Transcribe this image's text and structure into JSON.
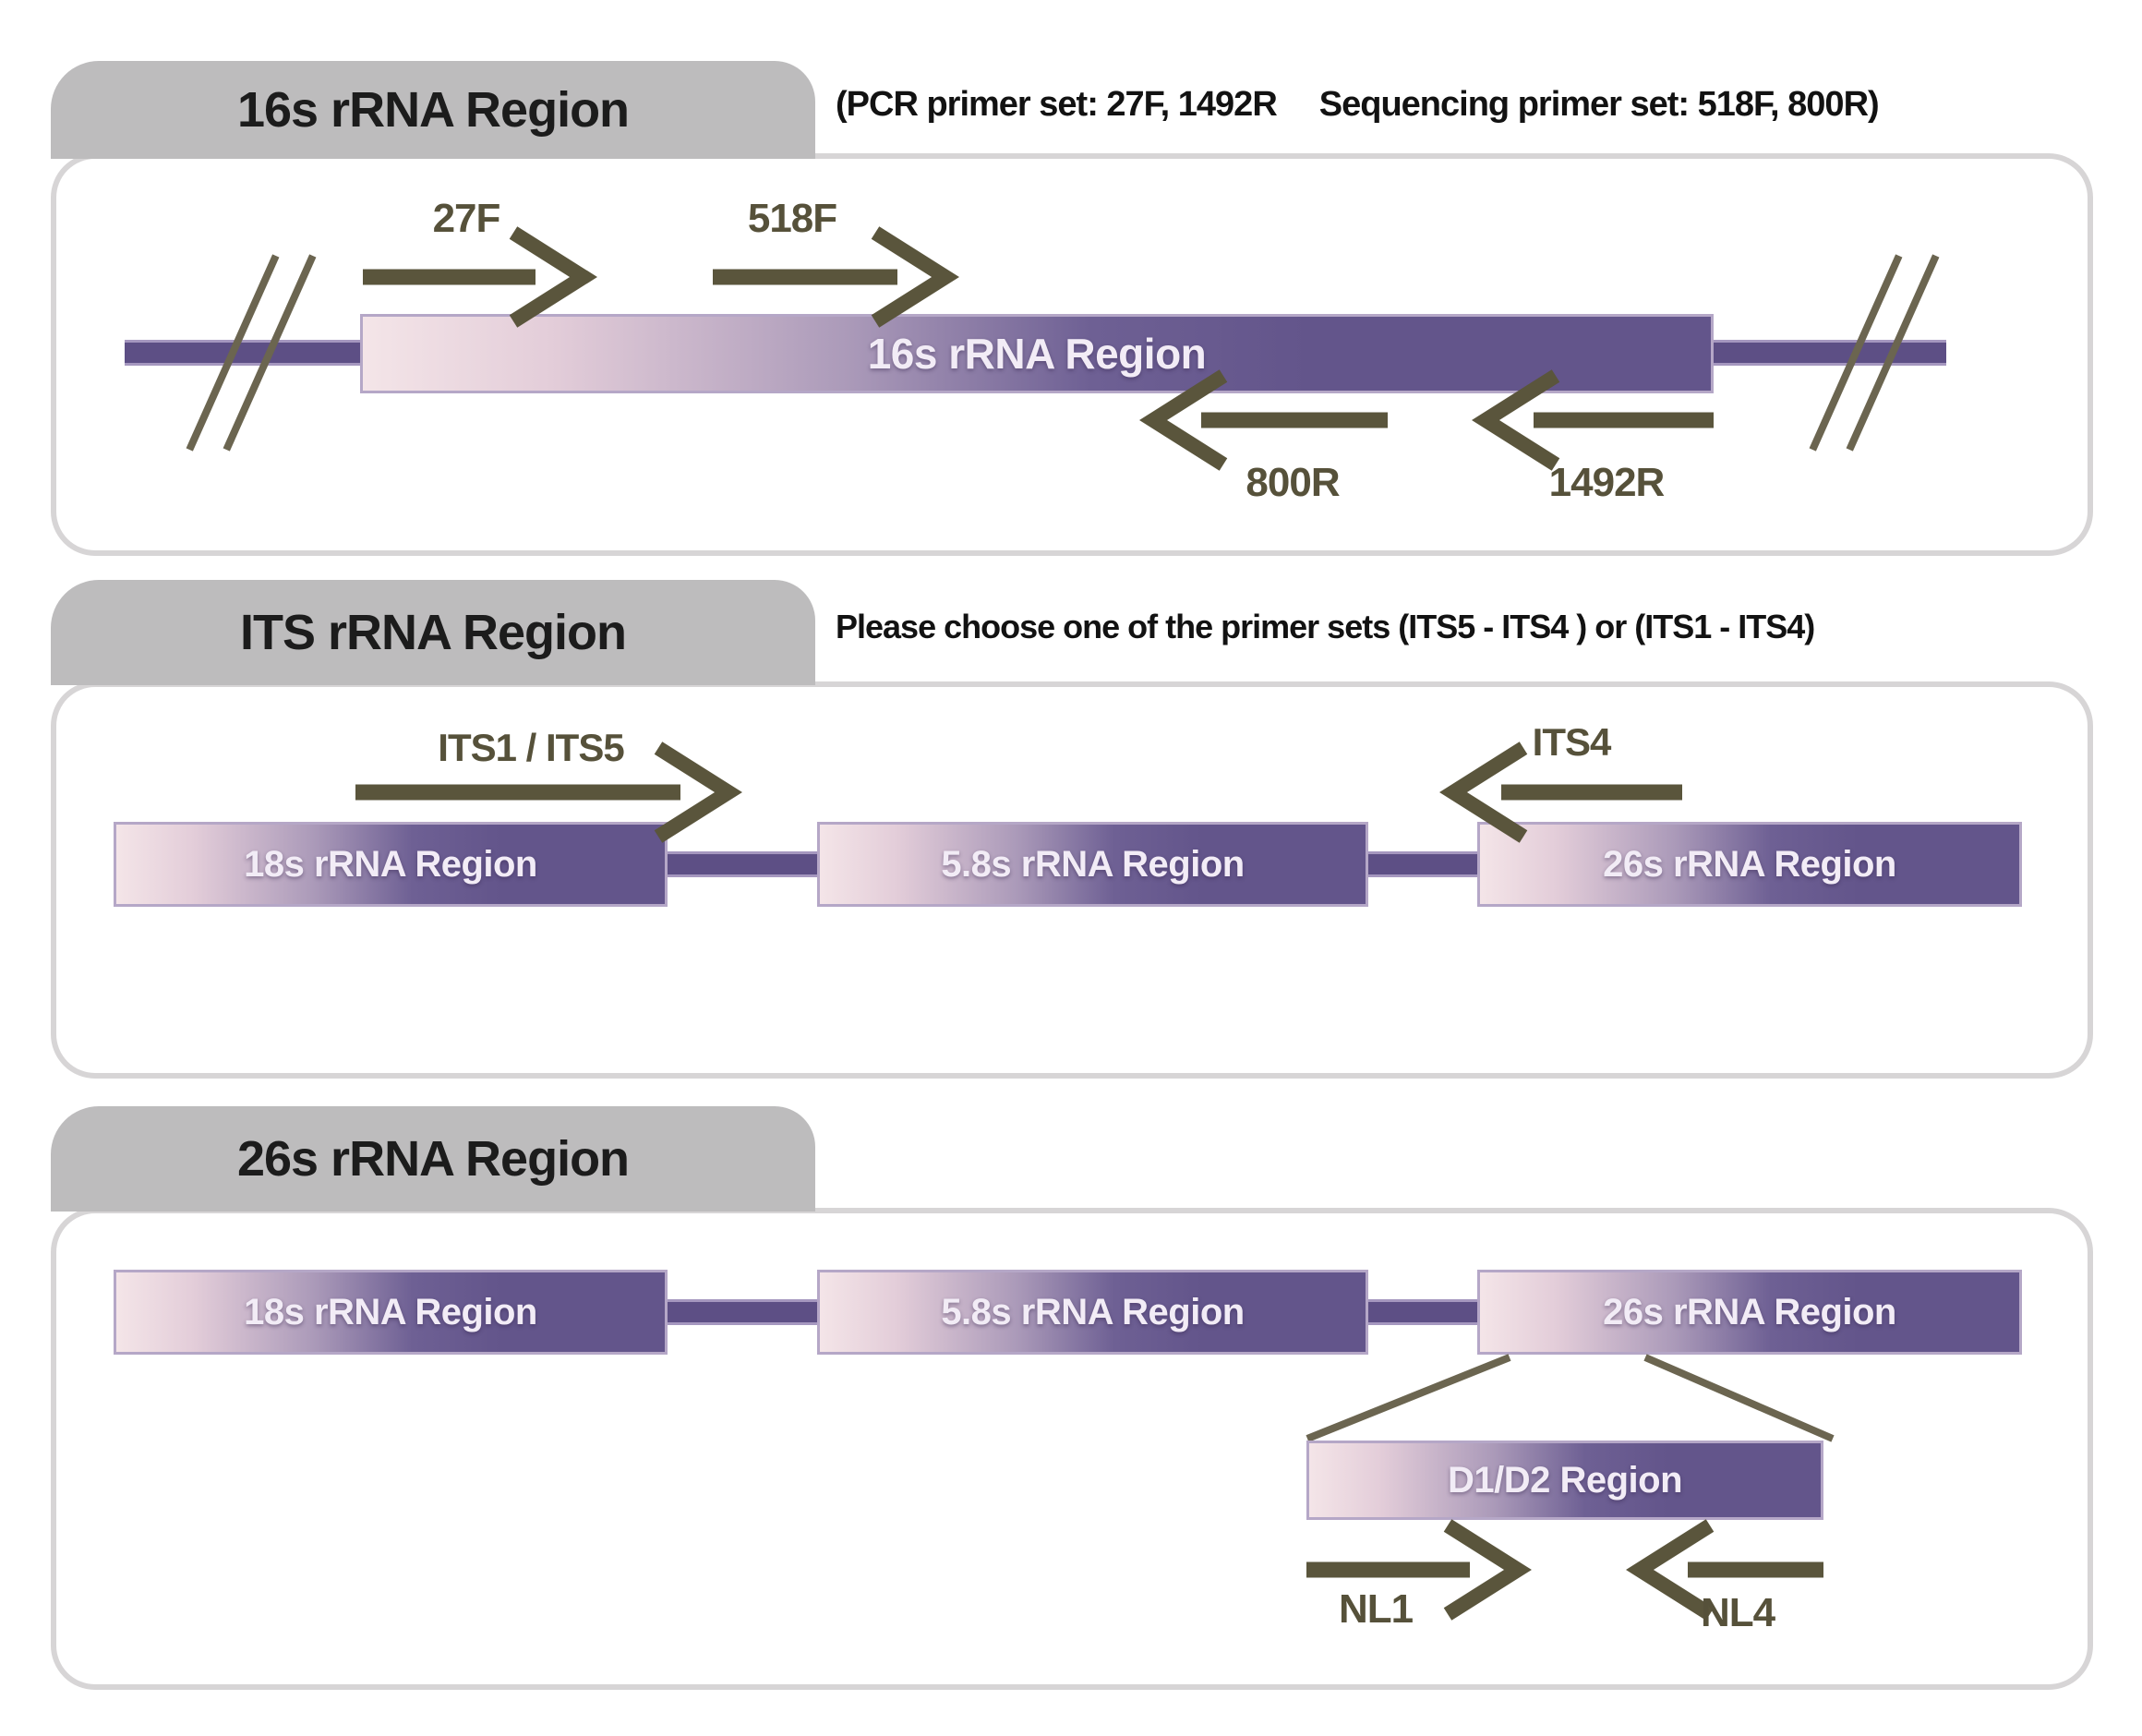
{
  "colors": {
    "region_bar_purple": "#63558b",
    "region_bar_edge": "#b5a7c7",
    "region_bar_pink_start": "#f4e5e8",
    "connector_purple": "#5d4f85",
    "primer_arrow_olive": "#5a553c",
    "tab_gray": "#bdbcbd",
    "panel_border_gray": "#d7d5d6",
    "title_text": "#1c1c1c",
    "bar_label_text": "#f2ecf6"
  },
  "panels": {
    "p16": {
      "title": "16s rRNA Region",
      "note_left": "(PCR primer set: 27F, 1492R",
      "note_right": "Sequencing primer set: 518F, 800R)",
      "bar_label": "16s rRNA Region",
      "forward_primers": [
        "27F",
        "518F"
      ],
      "reverse_primers": [
        "800R",
        "1492R"
      ]
    },
    "pits": {
      "title": "ITS rRNA Region",
      "note": "Please choose one of the primer sets  (ITS5 - ITS4 ) or (ITS1 - ITS4)",
      "bars": [
        "18s rRNA Region",
        "5.8s rRNA Region",
        "26s rRNA Region"
      ],
      "forward_primer": "ITS1 / ITS5",
      "reverse_primer": "ITS4"
    },
    "p26": {
      "title": "26s rRNA Region",
      "bars": [
        "18s rRNA Region",
        "5.8s rRNA Region",
        "26s rRNA Region"
      ],
      "sub_bar_label": "D1/D2 Region",
      "forward_primer": "NL1",
      "reverse_primer": "NL4"
    }
  }
}
